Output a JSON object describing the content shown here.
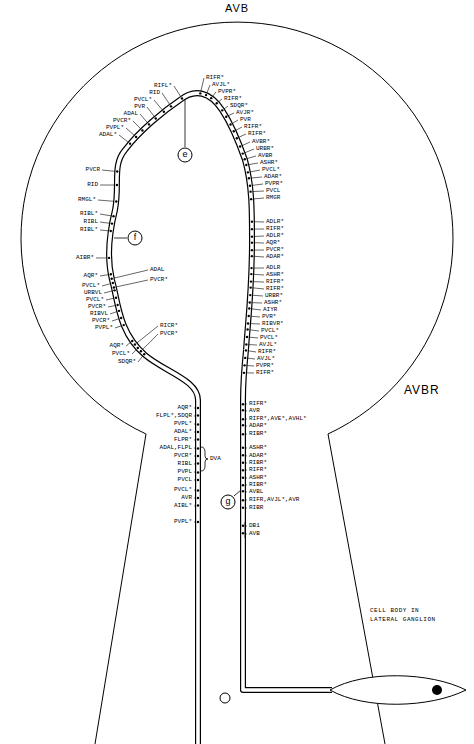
{
  "diagram": {
    "title": "AVB",
    "nodes": [
      {
        "text": [
          "e"
        ]
      },
      {
        "text": [
          "f"
        ]
      },
      {
        "text": [
          "g"
        ]
      }
    ],
    "labels": [
      "RIFL*",
      "RID",
      "PVCL*",
      "PVR",
      "ADAL",
      "PVCR*",
      "PVPL*",
      "ADAL*",
      "PVCR",
      "RID",
      "RMGL*",
      "RIBL*",
      "RIBL",
      "RIBL*",
      "AIBR*",
      "AQR*",
      "PVCL*",
      "URBVL",
      "PVCL*",
      "PVCR*",
      "RIBVL",
      "PVCR*",
      "PVPL*",
      "AQR*",
      "PVCL*",
      "SDQR*",
      "RIFR*",
      "AVJL*",
      "PVPR*",
      "RIFR*",
      "SDQR*",
      "AVJR*",
      "PVR",
      "RIFR*",
      "RIFR*",
      "AVBR*",
      "URBR*",
      "AVBR",
      "ASHR*",
      "PVCL*",
      "ADAR*",
      "PVPR*",
      "PVCL",
      "RMGR",
      "ADLR*",
      "RIFR*",
      "ADLR*",
      "AQR*",
      "PVCR*",
      "ADAR*",
      "ADLR",
      "ASHR*",
      "RIFR*",
      "RIFR*",
      "URBR*",
      "ASHR*",
      "AIYR",
      "PVR*",
      "RIBVR*",
      "PVCL*",
      "PVCL*",
      "AVJL*",
      "RIFR*",
      "AVJL*",
      "PVPR*",
      "RIFR*",
      "ADAL",
      "PVCR*",
      "RICR*",
      "PVCR*",
      "AQR*",
      "FLPL*,SDQR",
      "PVPL*",
      "ADAL*",
      "FLPR*",
      "ADAL,FLPL",
      "PVCR*",
      "RIBL",
      "PVPL",
      "PVCL",
      "PVCL*",
      "AVR",
      "AIBL*",
      "PVPL*",
      "DVA",
      "RIFR*",
      "AVR",
      "RIFR*,AVE*,AVHL*",
      "ADAR*",
      "RIBR*",
      "ASHR*",
      "ADAR*",
      "RIBR*",
      "RIFR*",
      "ASHR*",
      "RIBR*",
      "AVBL",
      "RIFR,AVJL*,AVR",
      "RIBR",
      "DB1",
      "AVB",
      "AVBR",
      "CELL BODY IN LATERAL GANGLION"
    ]
  }
}
